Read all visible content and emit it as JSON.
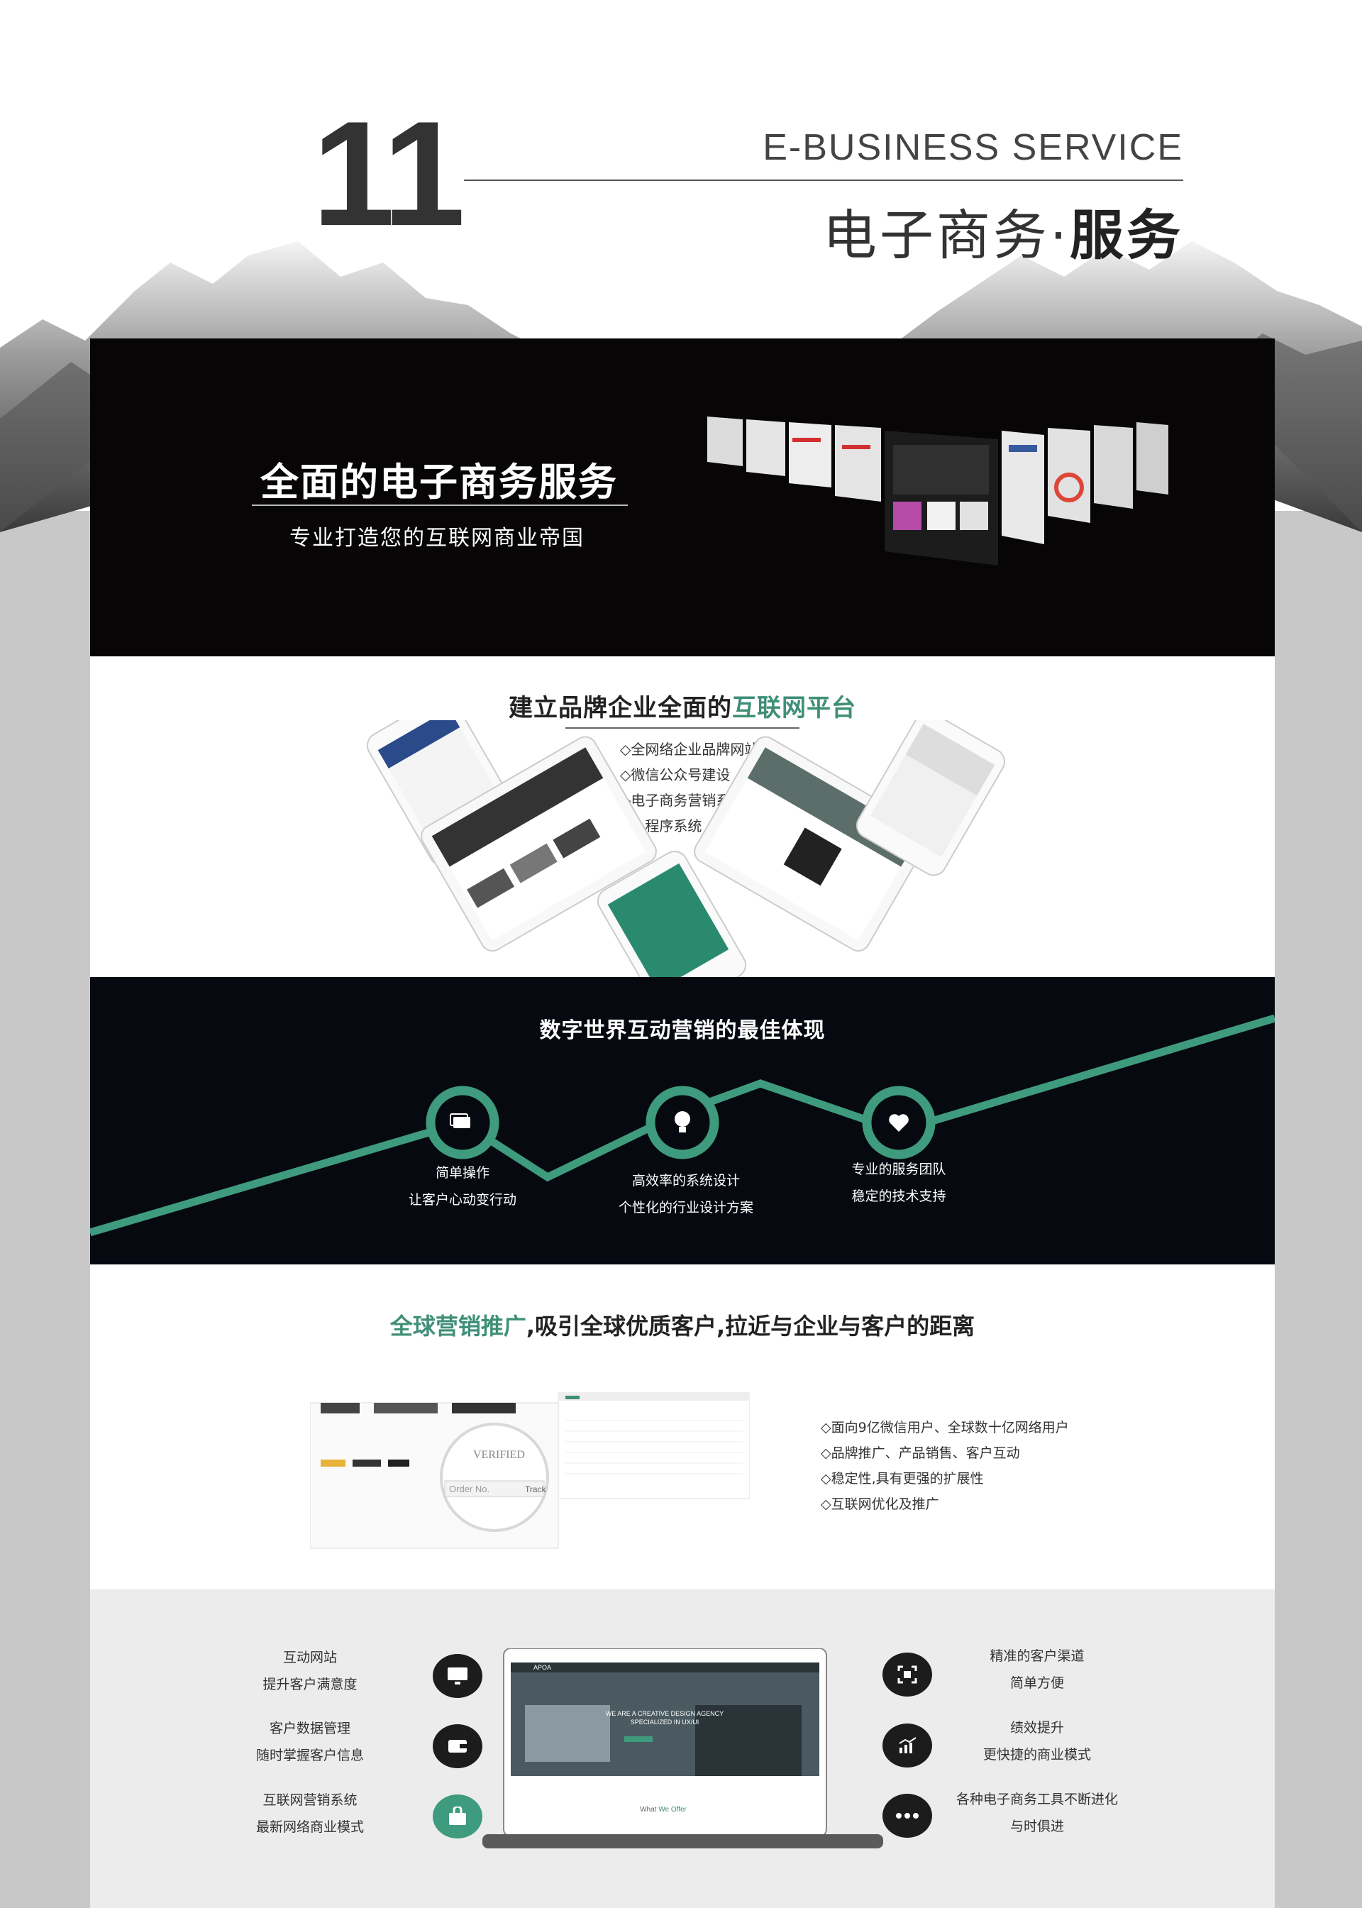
{
  "header": {
    "number": "11",
    "english_title": "E-BUSINESS SERVICE",
    "chinese_title_main": "电子商务·",
    "chinese_title_bold": "服务"
  },
  "hero": {
    "title": "全面的电子商务服务",
    "subtitle": "专业打造您的互联网商业帝国"
  },
  "platform": {
    "title_prefix": "建立品牌企业全面的",
    "title_accent": "互联网平台",
    "items": [
      "◇全网络企业品牌网站",
      "◇微信公众号建设",
      "◇电子商务营销系统",
      "◇小程序系统"
    ]
  },
  "marketing": {
    "title": "数字世界互动营销的最佳体现",
    "nodes": [
      {
        "line1": "简单操作",
        "line2": "让客户心动变行动",
        "icon": "card-icon"
      },
      {
        "line1": "高效率的系统设计",
        "line2": "个性化的行业设计方案",
        "icon": "bulb-icon"
      },
      {
        "line1": "专业的服务团队",
        "line2": "稳定的技术支持",
        "icon": "heart-icon"
      }
    ]
  },
  "global": {
    "title_accent": "全球营销推广",
    "title_rest": ",吸引全球优质客户,拉近与企业与客户的距离",
    "items": [
      "◇面向9亿微信用户、全球数十亿网络用户",
      "◇品牌推广、产品销售、客户互动",
      "◇稳定性,具有更强的扩展性",
      "◇互联网优化及推广"
    ],
    "badge_text": "VERIFIED",
    "order_placeholder": "Order No.",
    "track_label": "Track"
  },
  "features": {
    "left": [
      {
        "line1": "互动网站",
        "line2": "提升客户满意度",
        "icon": "monitor-icon"
      },
      {
        "line1": "客户数据管理",
        "line2": "随时掌握客户信息",
        "icon": "wallet-icon"
      },
      {
        "line1": "互联网营销系统",
        "line2": "最新网络商业模式",
        "icon": "bag-icon"
      }
    ],
    "right": [
      {
        "line1": "精准的客户渠道",
        "line2": "简单方便",
        "icon": "focus-icon"
      },
      {
        "line1": "绩效提升",
        "line2": "更快捷的商业模式",
        "icon": "chart-up-icon"
      },
      {
        "line1": "各种电子商务工具不断进化",
        "line2": "与时俱进",
        "icon": "more-icon"
      }
    ],
    "laptop": {
      "brand": "APOA",
      "headline": "WE ARE A CREATIVE DESIGN AGENCY",
      "subline": "SPECIALIZED IN UX/UI",
      "footer_prefix": "What ",
      "footer_accent": "We Offer"
    }
  },
  "colors": {
    "accent": "#3f8f77",
    "dark": "#070506",
    "navy": "#060910"
  }
}
